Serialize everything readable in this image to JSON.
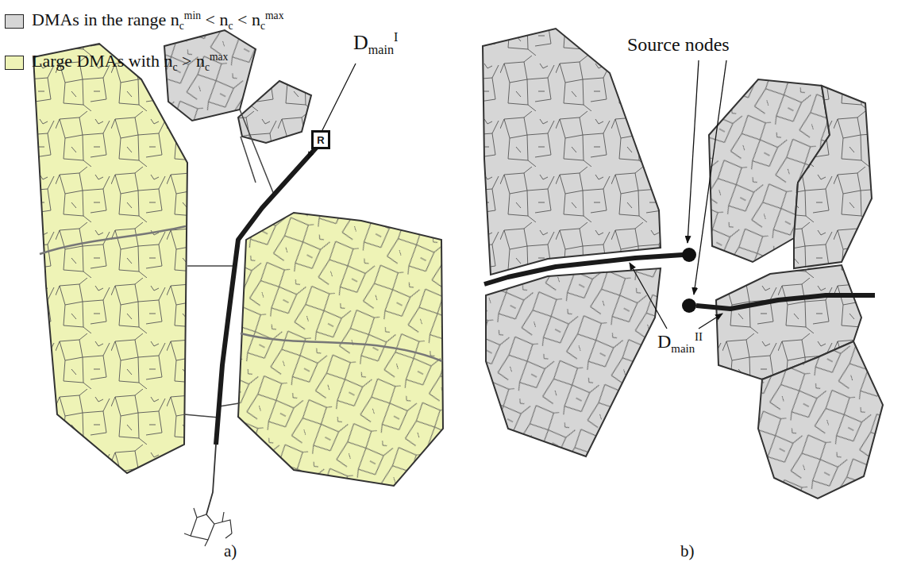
{
  "diagram": {
    "nodes": [
      {
        "text": [
          "R"
        ]
      }
    ],
    "labels": [
      "DmainI",
      "Source nodes",
      "DmainII",
      "a)",
      "b)"
    ],
    "legend": [
      {
        "text": "DMAs in the range ncmin < nc < ncmax",
        "color": "#d6d6d6"
      },
      {
        "text": "Large DMAs with nc > ncmax",
        "color": "#eef3b6"
      }
    ]
  }
}
